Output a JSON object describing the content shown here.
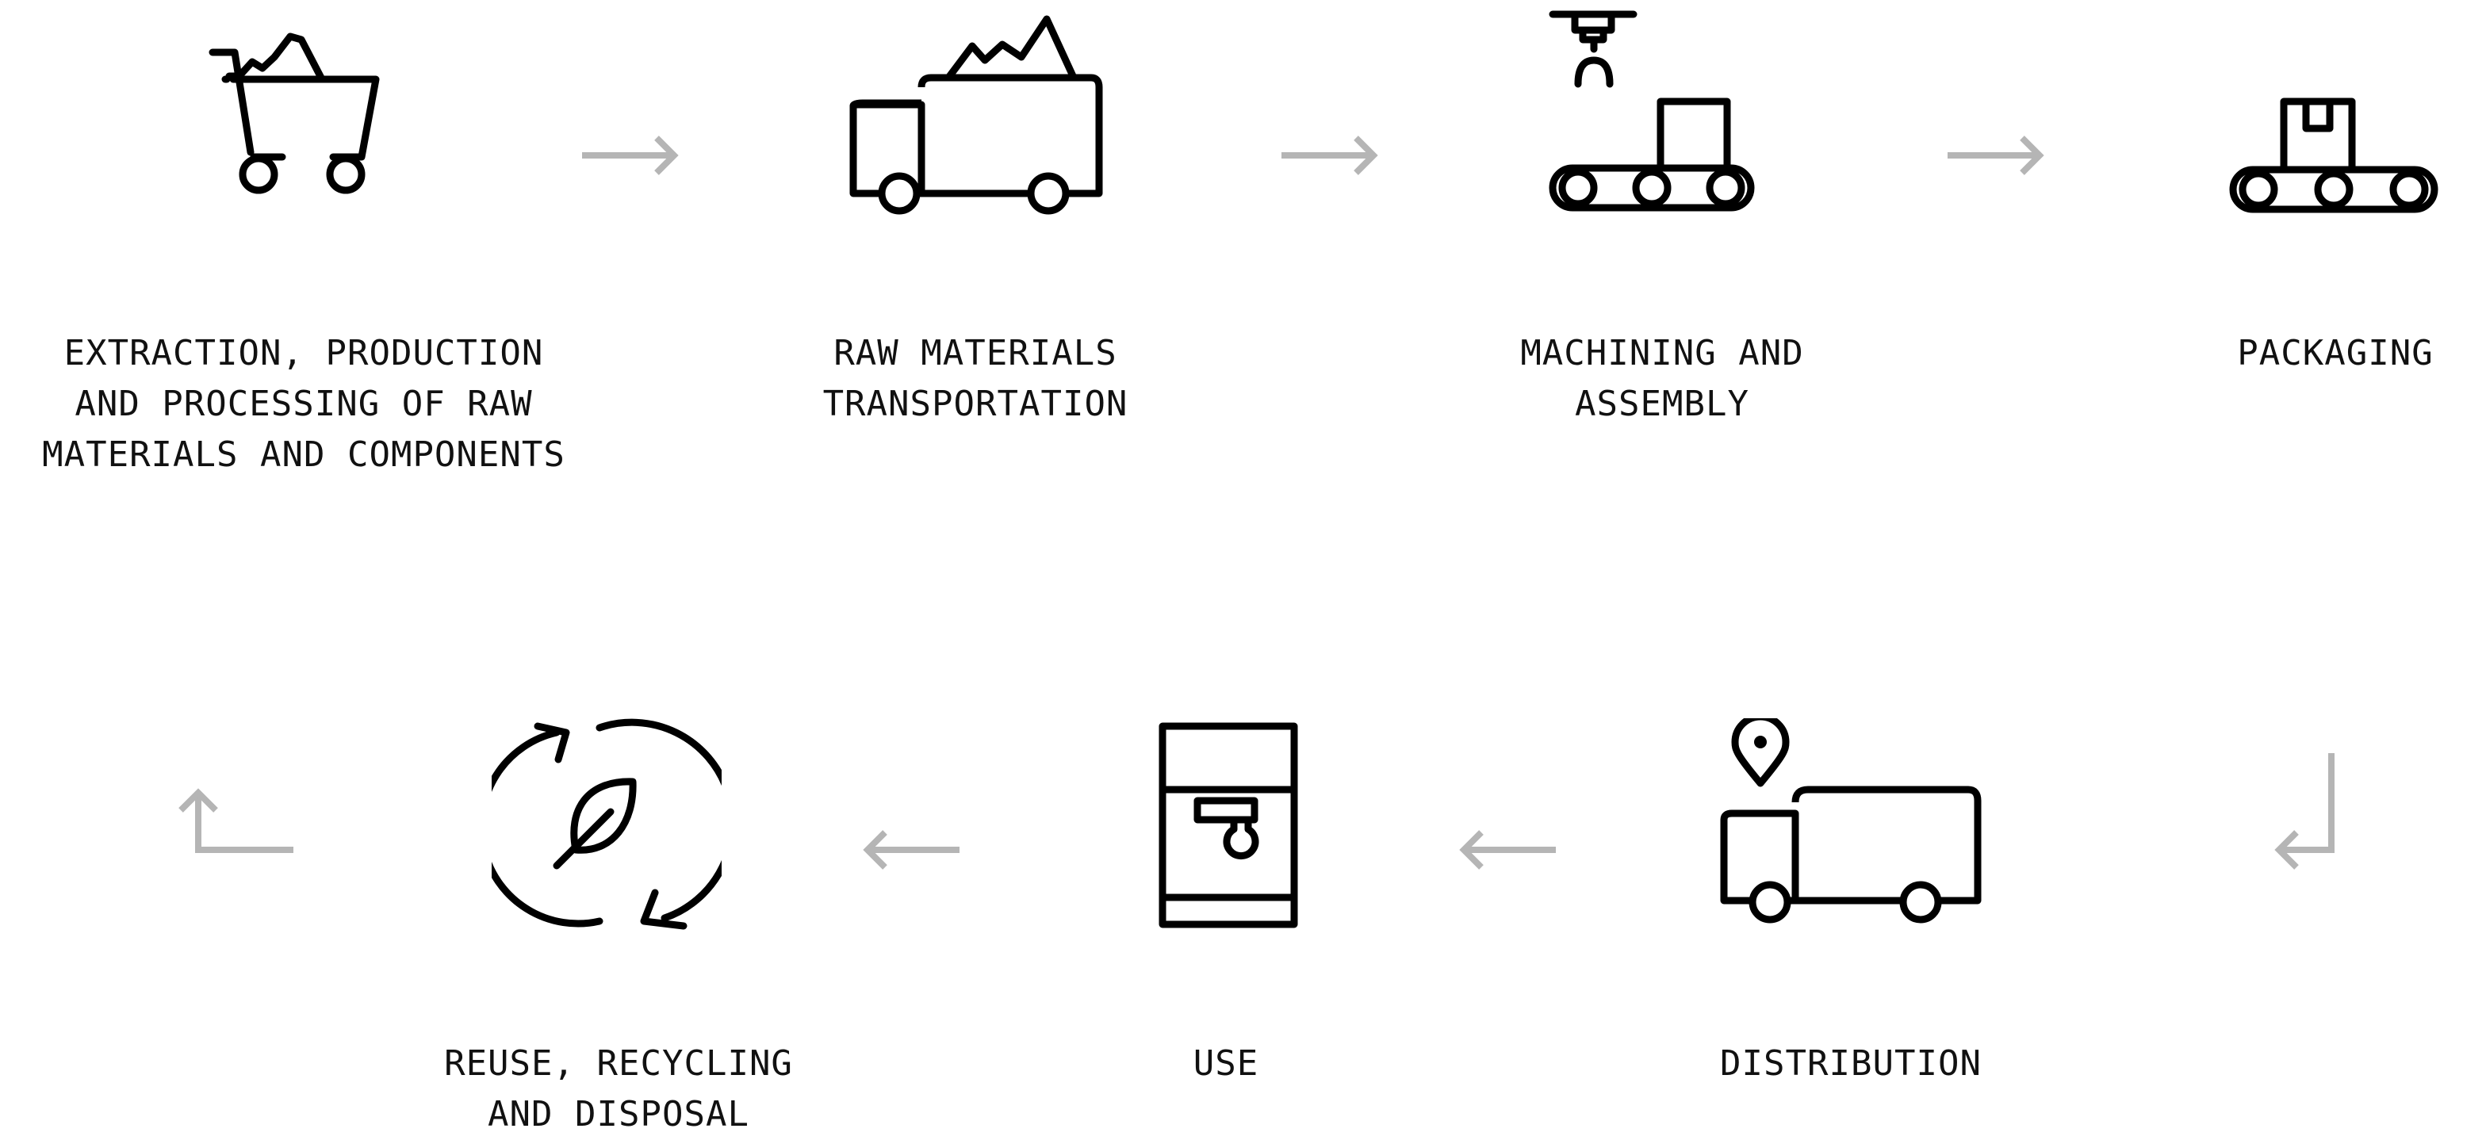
{
  "colors": {
    "stroke": "#000000",
    "arrow": "#b5b5b5",
    "text": "#111111"
  },
  "stages": [
    {
      "icon": "shopping-cart-icon",
      "lines": [
        "EXTRACTION, PRODUCTION",
        "AND PROCESSING OF RAW",
        "MATERIALS AND COMPONENTS"
      ]
    },
    {
      "icon": "loaded-truck-icon",
      "lines": [
        "RAW MATERIALS",
        "TRANSPORTATION"
      ]
    },
    {
      "icon": "robotic-arm-conveyor-icon",
      "lines": [
        "MACHINING AND",
        "ASSEMBLY"
      ]
    },
    {
      "icon": "box-conveyor-icon",
      "lines": [
        "PACKAGING"
      ]
    },
    {
      "icon": "delivery-truck-pin-icon",
      "lines": [
        "DISTRIBUTION"
      ]
    },
    {
      "icon": "coffee-machine-icon",
      "lines": [
        "USE"
      ]
    },
    {
      "icon": "recycle-leaf-icon",
      "lines": [
        "REUSE, RECYCLING",
        "AND DISPOSAL"
      ]
    }
  ]
}
